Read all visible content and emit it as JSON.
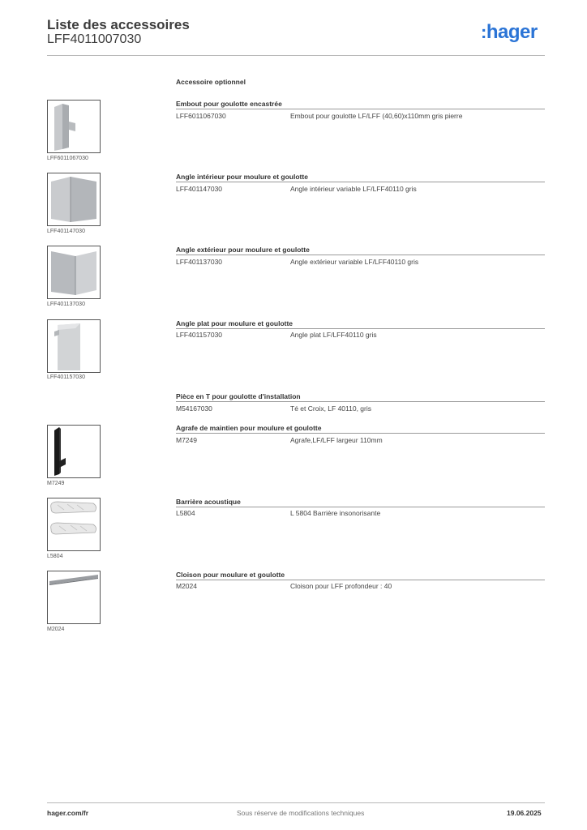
{
  "header": {
    "title": "Liste des accessoires",
    "reference": "LFF4011007030",
    "logo_text": "hager",
    "logo_color": "#2b74d6"
  },
  "section_title": "Accessoire optionnel",
  "items": [
    {
      "heading": "Embout pour goulotte encastrée",
      "ref": "LFF6011067030",
      "description": "Embout pour goulotte LF/LFF (40,60)x110mm gris pierre",
      "image_label": "LFF6011067030"
    },
    {
      "heading": "Angle intérieur pour moulure et goulotte",
      "ref": "LFF401147030",
      "description": "Angle intérieur variable LF/LFF40110 gris",
      "image_label": "LFF401147030"
    },
    {
      "heading": "Angle extérieur pour moulure et goulotte",
      "ref": "LFF401137030",
      "description": "Angle extérieur variable LF/LFF40110 gris",
      "image_label": "LFF401137030"
    },
    {
      "heading": "Angle plat pour moulure et goulotte",
      "ref": "LFF401157030",
      "description": "Angle plat LF/LFF40110 gris",
      "image_label": "LFF401157030"
    },
    {
      "heading": "Pièce en T pour  goulotte d'installation",
      "ref": "M54167030",
      "description": "Té et Croix, LF 40110, gris"
    },
    {
      "heading": "Agrafe de maintien pour moulure et goulotte",
      "ref": "M7249",
      "description": "Agrafe,LF/LFF largeur 110mm",
      "image_label": "M7249"
    },
    {
      "heading": "Barrière acoustique",
      "ref": "L5804",
      "description": "L 5804 Barrière insonorisante",
      "image_label": "L5804"
    },
    {
      "heading": "Cloison pour moulure et goulotte",
      "ref": "M2024",
      "description": "Cloison pour LFF profondeur : 40",
      "image_label": "M2024"
    }
  ],
  "footer": {
    "website": "hager.com/fr",
    "notice": "Sous réserve de modifications techniques",
    "date": "19.06.2025"
  }
}
